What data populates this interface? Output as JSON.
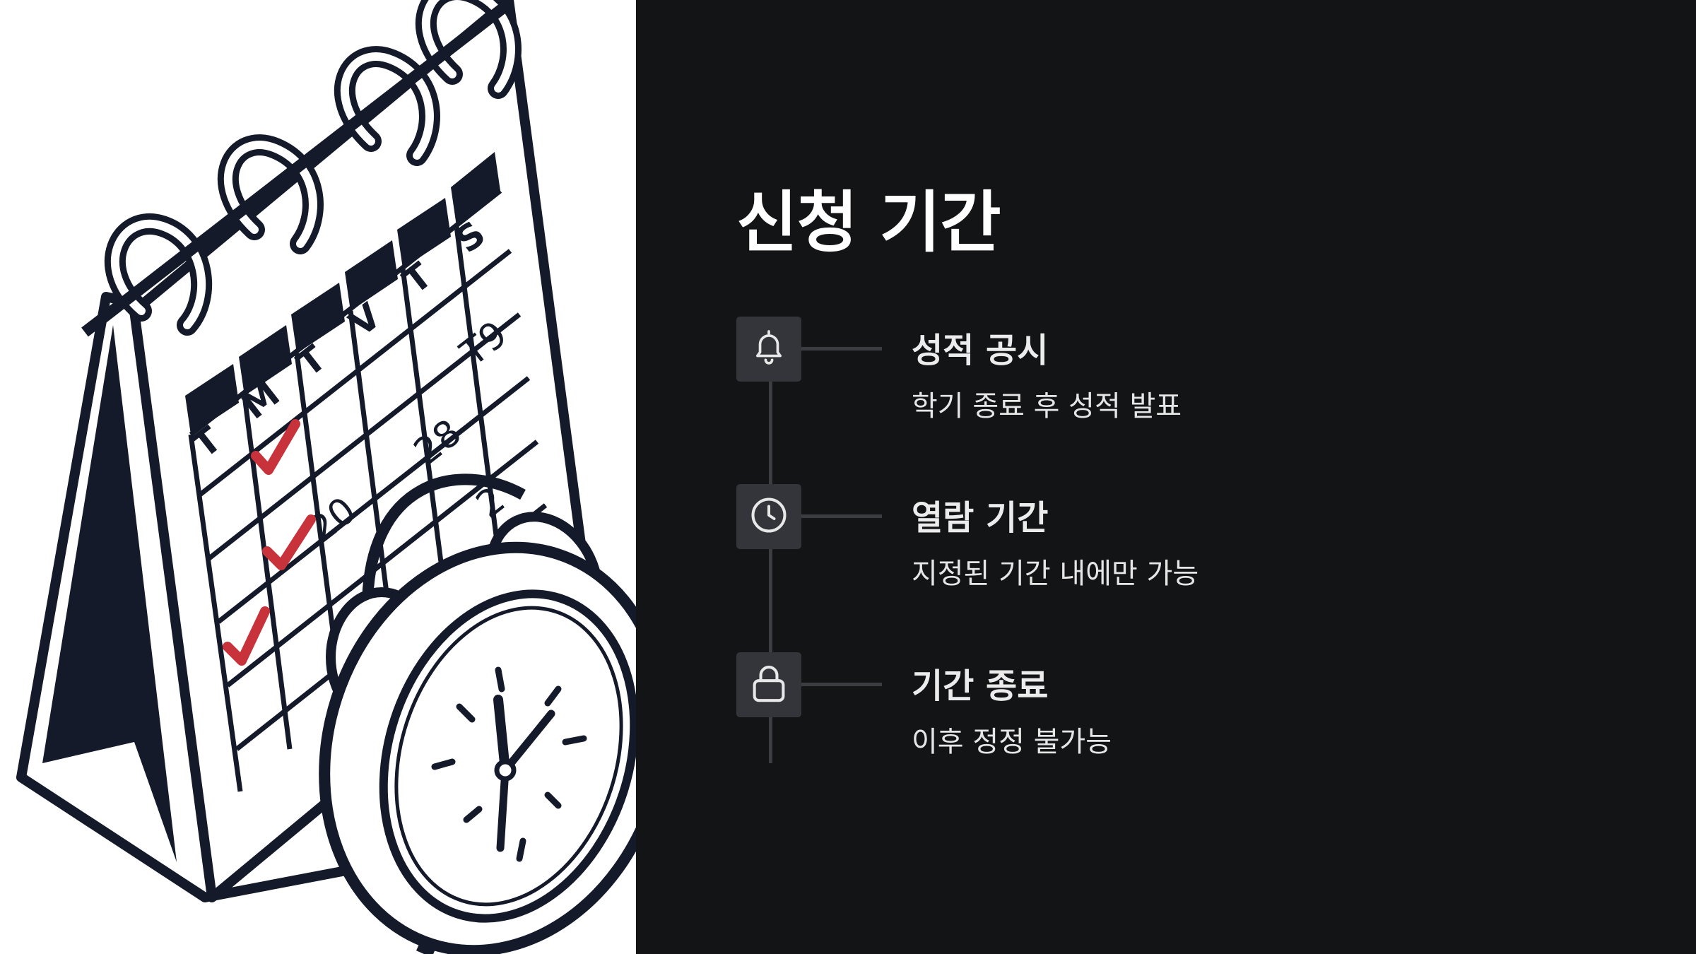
{
  "title": "신청 기간",
  "steps": [
    {
      "icon": "bell-icon",
      "title": "성적 공시",
      "description": "학기 종료 후 성적 발표"
    },
    {
      "icon": "clock-icon",
      "title": "열람 기간",
      "description": "지정된 기간 내에만 가능"
    },
    {
      "icon": "lock-icon",
      "title": "기간 종료",
      "description": "이후 정정 불가능"
    }
  ],
  "illustration": {
    "weekday_letters": [
      "T",
      "M",
      "T",
      "V",
      "T",
      "S"
    ],
    "dates": [
      "T9",
      "28",
      "20",
      "2"
    ]
  },
  "colors": {
    "background": "#131416",
    "panel": "#ffffff",
    "ink": "#141a2a",
    "check": "#c8323a",
    "icon_box": "#34353a",
    "line": "#3c3d40"
  }
}
